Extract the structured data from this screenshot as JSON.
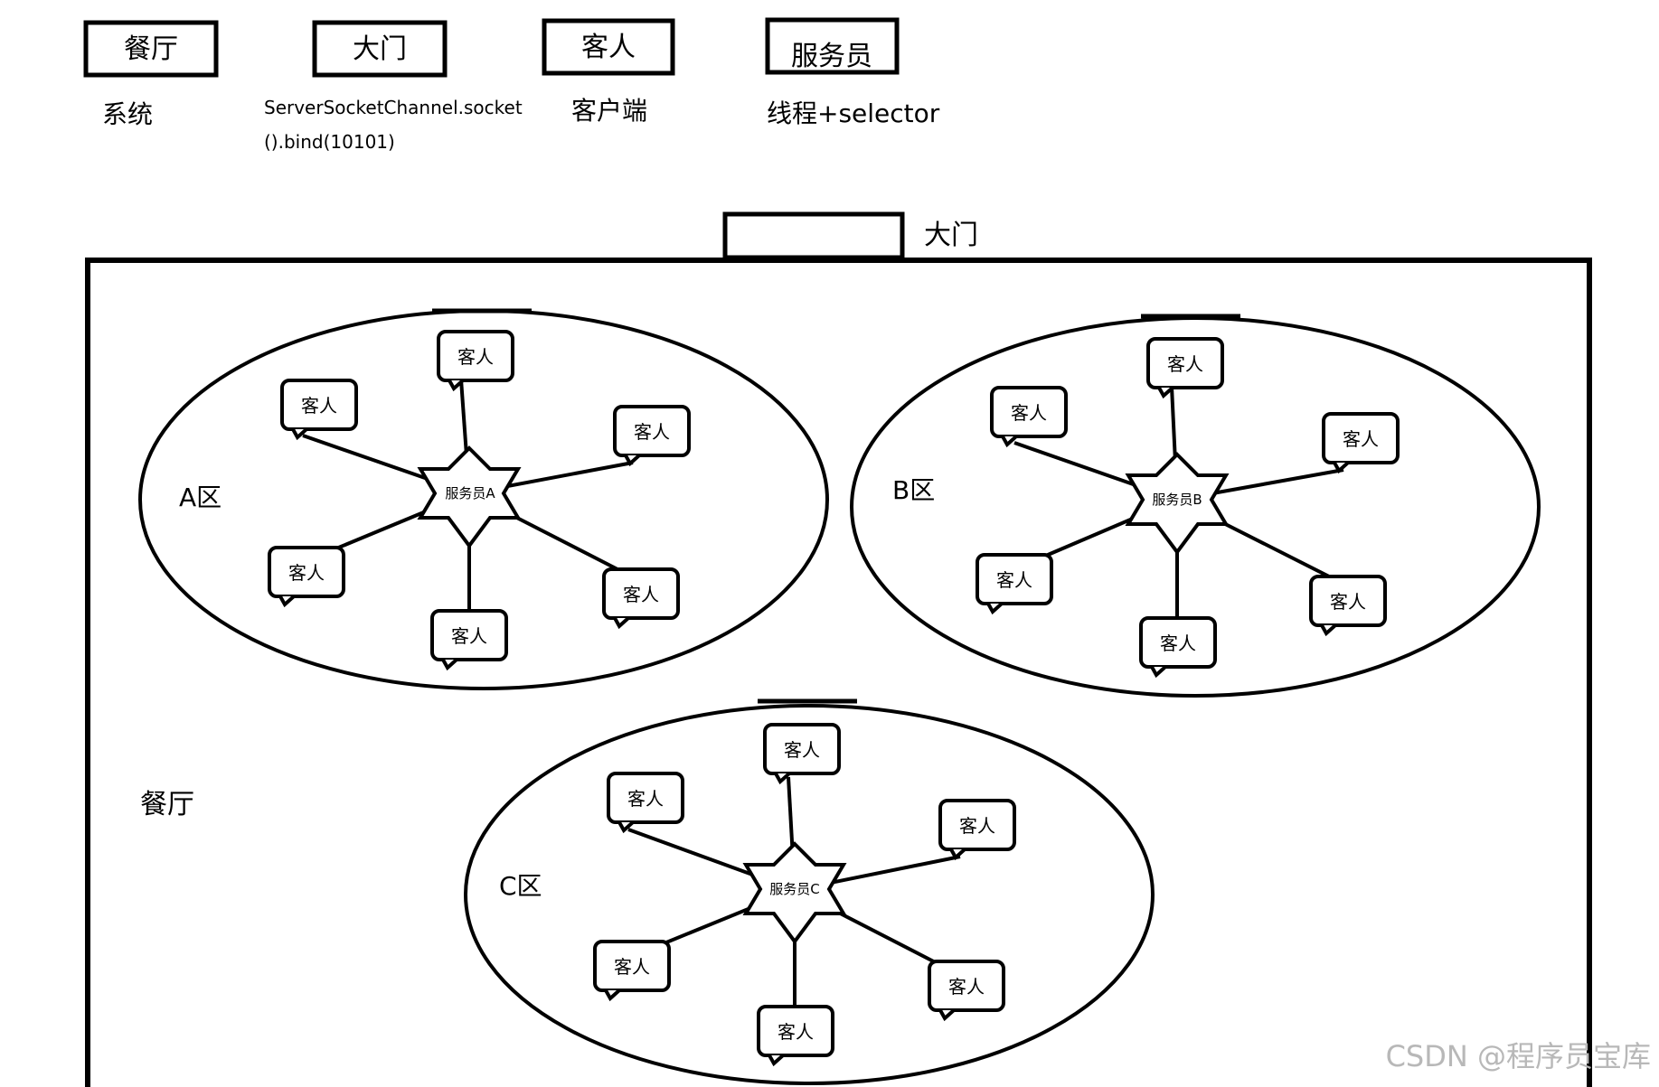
{
  "legend": [
    {
      "box": "餐厅",
      "desc": [
        "系统"
      ]
    },
    {
      "box": "大门",
      "desc": [
        "ServerSocketChannel.socket",
        "().bind(10101)"
      ]
    },
    {
      "box": "客人",
      "desc": [
        "客户端"
      ]
    },
    {
      "box": "服务员",
      "desc": [
        "线程+selector"
      ]
    }
  ],
  "door_label": "大门",
  "restaurant_label": "餐厅",
  "zones": [
    {
      "label": "A区",
      "waiter": "服务员A",
      "guest_label": "客人"
    },
    {
      "label": "B区",
      "waiter": "服务员B",
      "guest_label": "客人"
    },
    {
      "label": "C区",
      "waiter": "服务员C",
      "guest_label": "客人"
    }
  ],
  "watermark": "CSDN @程序员宝库"
}
